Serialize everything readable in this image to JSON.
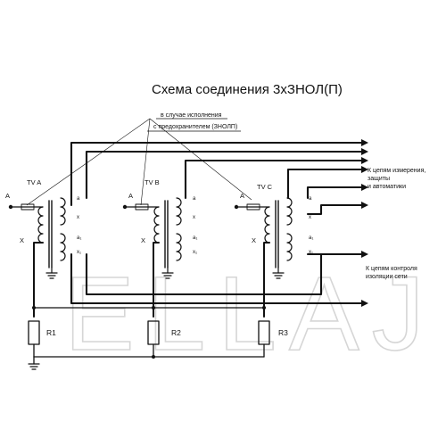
{
  "title": "Схема соединения 3хЗНОЛ(П)",
  "note": {
    "line1": "в случае исполнения",
    "line2": "с предохранителем (ЗНОЛП)"
  },
  "outputs": {
    "measure": {
      "line1": "К цепям измерения,",
      "line2": "защиты",
      "line3": "и автоматики"
    },
    "insulation": {
      "line1": "К цепям контроля",
      "line2": "изоляции сети"
    }
  },
  "transformers": [
    {
      "name": "TV A",
      "phase": "A",
      "neutral": "X",
      "a": "a",
      "x": "x",
      "a1": "a₁",
      "x1": "x₁"
    },
    {
      "name": "TV B",
      "phase": "A",
      "neutral": "X",
      "a": "a",
      "x": "x",
      "a1": "a₁",
      "x1": "x₁"
    },
    {
      "name": "TV C",
      "phase": "A",
      "neutral": "X",
      "a": "a",
      "x": "x",
      "a1": "a₁",
      "x1": "x₁"
    }
  ],
  "resistors": [
    "R1",
    "R2",
    "R3"
  ],
  "watermark": "ELLAJ",
  "colors": {
    "line": "#111111",
    "watermark": "#d6d6d6",
    "background": "#ffffff"
  }
}
